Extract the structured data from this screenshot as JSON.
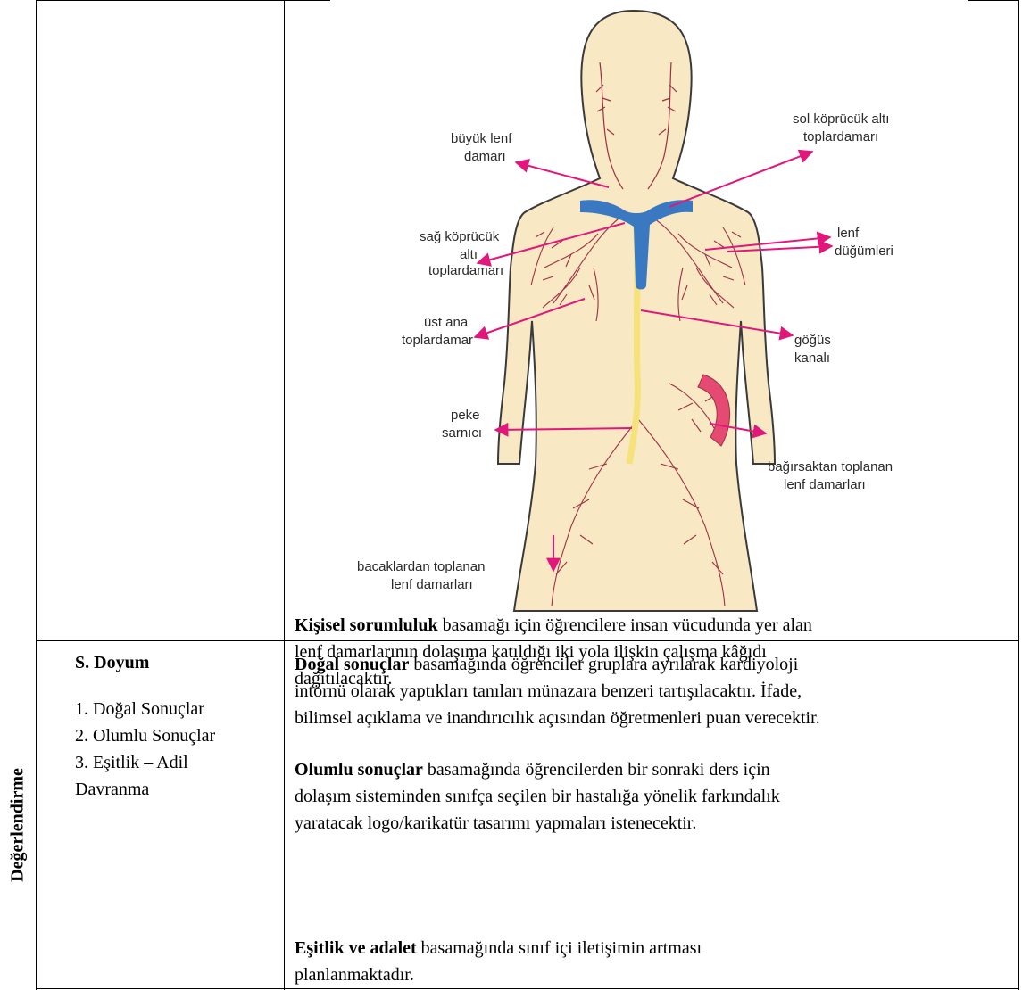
{
  "figure": {
    "labels": {
      "buyuk_1": "büyük lenf",
      "buyuk_2": "damarı",
      "sol_1": "sol köprücük altı",
      "sol_2": "toplardamarı",
      "sag_1": "sağ köprücük",
      "sag_2": "altı",
      "sag_3": "toplardamarı",
      "lenf_1": "lenf",
      "lenf_2": "düğümleri",
      "ust_1": "üst ana",
      "ust_2": "toplardamar",
      "gogus_1": "göğüs",
      "gogus_2": "kanalı",
      "peke_1": "peke",
      "peke_2": "sarnıcı",
      "bag_1": "bağırsaktan toplanan",
      "bag_2": "lenf damarları",
      "bac_1": "bacaklardan toplanan",
      "bac_2": "lenf damarları"
    },
    "colors": {
      "body_fill": "#f8e8c4",
      "arrow": "#e2177c",
      "vein_blue": "#3a78c2",
      "lymph_vessel": "#9e2f43",
      "duct_yellow": "#f5e27a",
      "intestine": "#e54b72"
    }
  },
  "top_para": {
    "bold": "Kişisel sorumluluk",
    "line1": " basamağı için öğrencilere insan vücudunda yer alan",
    "line2": "lenf damarlarının dolaşıma katıldığı iki yola ilişkin çalışma kâğıdı",
    "line3": "dağıtılacaktır."
  },
  "section": {
    "vertical_label": "Değerlendirme",
    "heading": "S. Doyum",
    "items": [
      "1. Doğal Sonuçlar",
      "2. Olumlu Sonuçlar",
      "3. Eşitlik – Adil",
      "Davranma"
    ]
  },
  "right": {
    "p1_bold": "Doğal sonuçlar",
    "p1_l1": " basamağında öğrenciler gruplara ayrılarak kardiyoloji",
    "p1_l2": "intörnü olarak yaptıkları tanıları münazara benzeri tartışılacaktır. İfade,",
    "p1_l3": "bilimsel açıklama ve inandırıcılık açısından öğretmenleri puan verecektir.",
    "p2_bold": "Olumlu sonuçlar",
    "p2_l1": " basamağında öğrencilerden bir sonraki ders için",
    "p2_l2": "dolaşım sisteminden sınıfça seçilen bir hastalığa yönelik farkındalık",
    "p2_l3": "yaratacak logo/karikatür tasarımı yapmaları istenecektir.",
    "p3_bold": "Eşitlik ve adalet",
    "p3_l1": " basamağında sınıf içi iletişimin artması",
    "p3_l2": "planlanmaktadır."
  }
}
